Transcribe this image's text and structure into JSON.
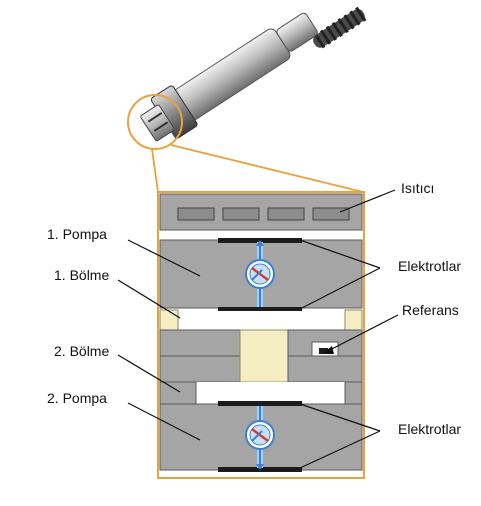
{
  "labels": {
    "heater": "Isıtıcı",
    "pump1": "1. Pompa",
    "chamber1": "1. Bölme",
    "electrodes_top": "Elektrotlar",
    "reference": "Referans",
    "chamber2": "2. Bölme",
    "pump2": "2. Pompa",
    "electrodes_bottom": "Elektrotlar"
  },
  "colors": {
    "accent_orange": "#e8a23c",
    "block_gray": "#a5a5a5",
    "block_outline": "#5a5a5a",
    "chamber_cream": "#f5edc2",
    "heater_pad": "#8d8d8d",
    "electrode": "#1c1c1c",
    "flow_blue": "#3b7fd1",
    "flow_red": "#d04030"
  },
  "icons": [
    "oxygen-sensor-probe",
    "pump-flow-circle-icon",
    "pump-flow-circle-icon"
  ]
}
